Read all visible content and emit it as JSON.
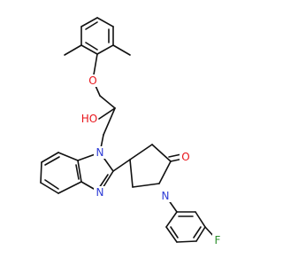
{
  "molecule": {
    "atom_labels": {
      "ether_oxygen": "O",
      "hydroxyl": "HO",
      "benzimidazole_n1": "N",
      "benzimidazole_n3": "N",
      "lactam_nitrogen": "N",
      "carbonyl_oxygen": "O",
      "fluorine": "F"
    },
    "colors": {
      "bond": "#111111",
      "oxygen": "#e8141a",
      "nitrogen": "#2e3cd6",
      "fluorine": "#2c8f2c",
      "background": "#ffffff"
    }
  }
}
